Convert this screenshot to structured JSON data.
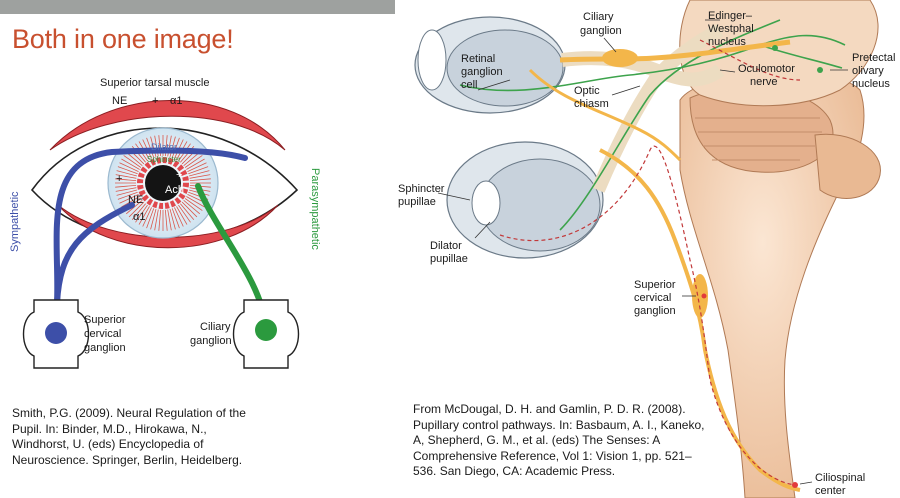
{
  "slide": {
    "title": "Both in one image!"
  },
  "left_diagram": {
    "muscle_label": "Superior tarsal muscle",
    "ne_label": "NE",
    "plus": "+",
    "alpha1": "α1",
    "dilator_label": "Dilator",
    "sphincter_label": "Sphincter",
    "ach_label": "Ach",
    "ne_inner_label": "NE",
    "sympathetic_label": "Sympathetic",
    "parasympathetic_label": "Parasympathetic",
    "sup_cervical_label": [
      "Superior",
      "cervical",
      "ganglion"
    ],
    "ciliary_label": [
      "Ciliary",
      "ganglion"
    ],
    "colors": {
      "sympathetic": "#3d4fa8",
      "parasympathetic": "#2b9a3e",
      "muscle": "#e0484d",
      "title": "#c8502f"
    }
  },
  "right_diagram": {
    "ciliary_ganglion": [
      "Ciliary",
      "ganglion"
    ],
    "retinal_ganglion_cell": [
      "Retinal",
      "ganglion",
      "cell"
    ],
    "optic_chiasm": [
      "Optic",
      "chiasm"
    ],
    "edinger_westphal": [
      "Edinger–",
      "Westphal",
      "nucleus"
    ],
    "oculomotor_nerve": [
      "Oculomotor",
      "nerve"
    ],
    "pretectal_olivary": [
      "Pretectal",
      "olivary",
      "nucleus"
    ],
    "sphincter_pupillae": [
      "Sphincter",
      "pupillae"
    ],
    "dilator_pupillae": [
      "Dilator",
      "pupillae"
    ],
    "superior_cervical_ganglion": [
      "Superior",
      "cervical",
      "ganglion"
    ],
    "ciliospinal_center": [
      "Ciliospinal",
      "center"
    ]
  },
  "citations": {
    "left": "Smith, P.G. (2009). Neural Regulation of the Pupil. In: Binder, M.D., Hirokawa, N., Windhorst, U. (eds) Encyclopedia of Neuroscience. Springer, Berlin, Heidelberg.",
    "right": "From McDougal, D. H. and Gamlin, P. D. R. (2008). Pupillary control pathways. In: Basbaum, A. I., Kaneko, A, Shepherd, G. M., et al. (eds) The Senses: A Comprehensive Reference, Vol 1: Vision 1, pp. 521–536. San Diego, CA: Academic Press."
  }
}
